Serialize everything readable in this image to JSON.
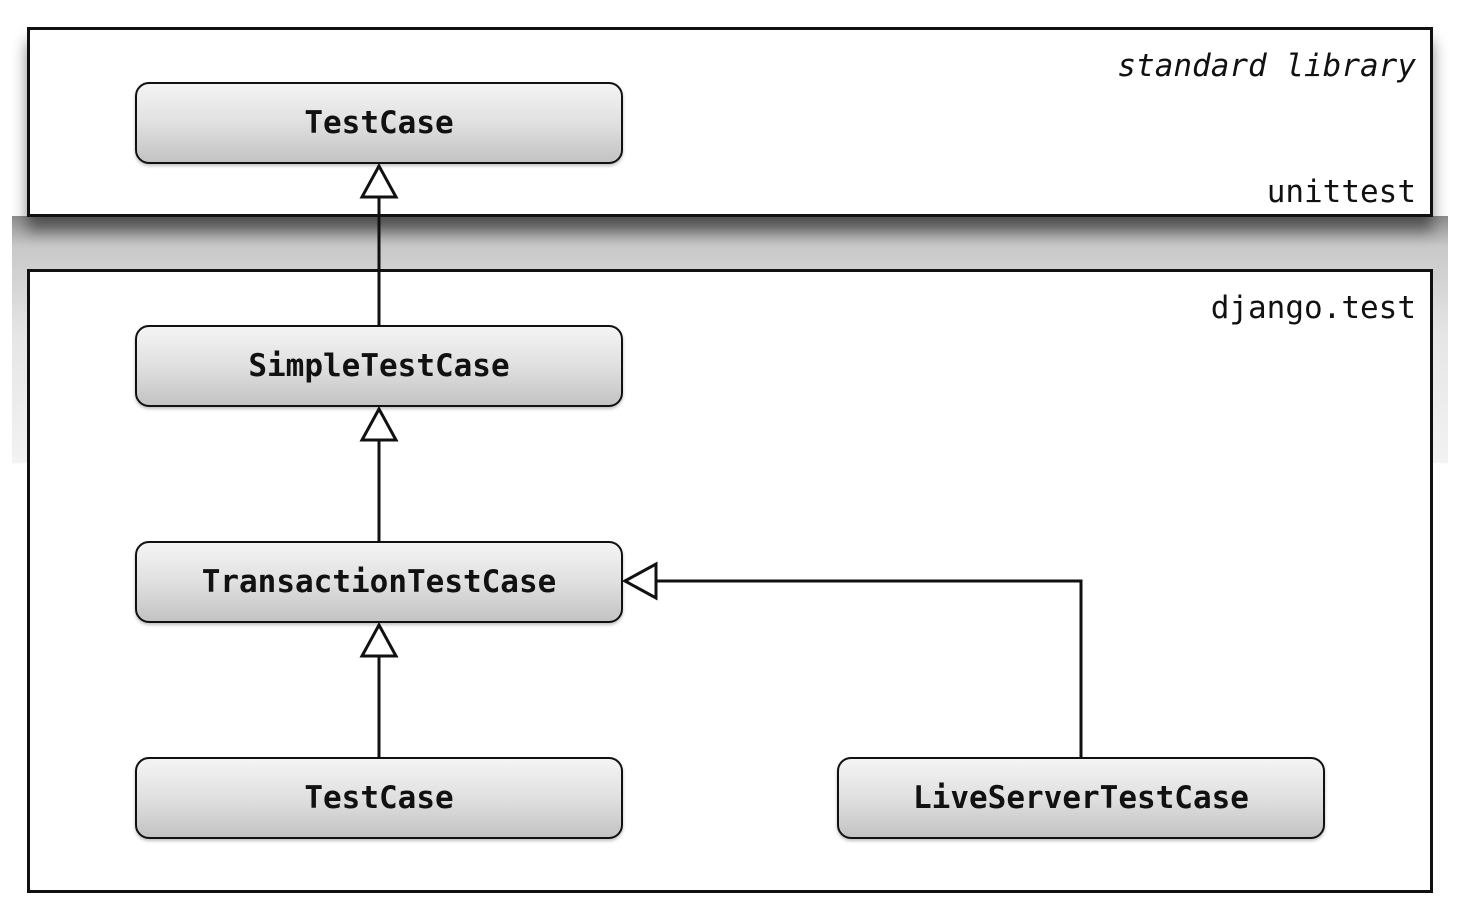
{
  "packages": {
    "standard_library": {
      "caption": "standard library",
      "name": "unittest"
    },
    "django_test": {
      "name": "django.test"
    }
  },
  "classes": {
    "unittest_testcase": "TestCase",
    "simple_testcase": "SimpleTestCase",
    "transaction_testcase": "TransactionTestCase",
    "django_testcase": "TestCase",
    "liveserver_testcase": "LiveServerTestCase"
  },
  "relations": [
    {
      "child": "SimpleTestCase",
      "parent": "TestCase (unittest)",
      "type": "inheritance"
    },
    {
      "child": "TransactionTestCase",
      "parent": "SimpleTestCase",
      "type": "inheritance"
    },
    {
      "child": "TestCase (django.test)",
      "parent": "TransactionTestCase",
      "type": "inheritance"
    },
    {
      "child": "LiveServerTestCase",
      "parent": "TransactionTestCase",
      "type": "inheritance"
    }
  ]
}
